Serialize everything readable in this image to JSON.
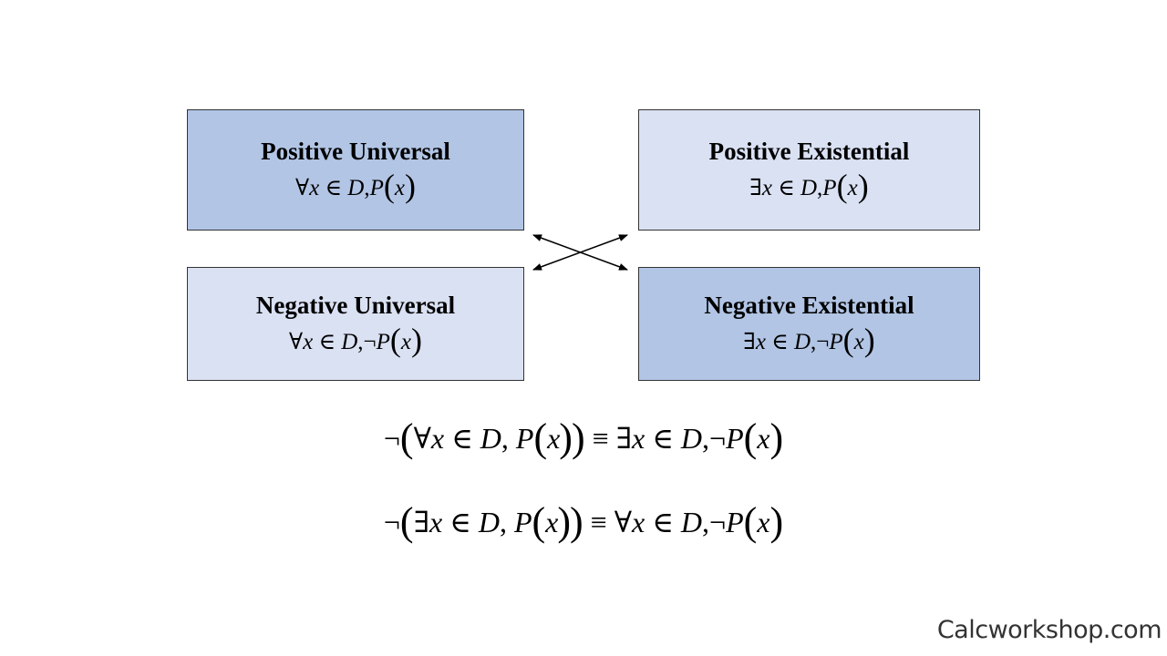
{
  "colors": {
    "dark_box": "#b2c5e5",
    "light_box": "#dae1f3",
    "border": "#333333",
    "text": "#000000",
    "watermark": "#333333"
  },
  "boxes": {
    "positive_universal": {
      "title": "Positive Universal",
      "quantifier": "∀",
      "variable": "x",
      "member_of": "∈",
      "domain": "D",
      "separator": ",",
      "negation": "",
      "predicate": "P",
      "argument": "x"
    },
    "positive_existential": {
      "title": "Positive Existential",
      "quantifier": "∃",
      "variable": "x",
      "member_of": "∈",
      "domain": "D",
      "separator": ",",
      "negation": "",
      "predicate": "P",
      "argument": "x"
    },
    "negative_universal": {
      "title": "Negative Universal",
      "quantifier": "∀",
      "variable": "x",
      "member_of": "∈",
      "domain": "D",
      "separator": ",",
      "negation": "¬",
      "predicate": "P",
      "argument": "x"
    },
    "negative_existential": {
      "title": "Negative Existential",
      "quantifier": "∃",
      "variable": "x",
      "member_of": "∈",
      "domain": "D",
      "separator": ",",
      "negation": "¬",
      "predicate": "P",
      "argument": "x"
    }
  },
  "equivalences": [
    {
      "outer_negation": "¬",
      "lhs_quantifier": "∀",
      "lhs_variable": "x",
      "lhs_member_of": "∈",
      "lhs_domain": "D",
      "lhs_separator": ",",
      "lhs_predicate": "P",
      "lhs_argument": "x",
      "equiv_symbol": "≡",
      "rhs_quantifier": "∃",
      "rhs_variable": "x",
      "rhs_member_of": "∈",
      "rhs_domain": "D",
      "rhs_separator": ",",
      "rhs_negation": "¬",
      "rhs_predicate": "P",
      "rhs_argument": "x"
    },
    {
      "outer_negation": "¬",
      "lhs_quantifier": "∃",
      "lhs_variable": "x",
      "lhs_member_of": "∈",
      "lhs_domain": "D",
      "lhs_separator": ",",
      "lhs_predicate": "P",
      "lhs_argument": "x",
      "equiv_symbol": "≡",
      "rhs_quantifier": "∀",
      "rhs_variable": "x",
      "rhs_member_of": "∈",
      "rhs_domain": "D",
      "rhs_separator": ",",
      "rhs_negation": "¬",
      "rhs_predicate": "P",
      "rhs_argument": "x"
    }
  ],
  "watermark": "Calcworkshop.com"
}
